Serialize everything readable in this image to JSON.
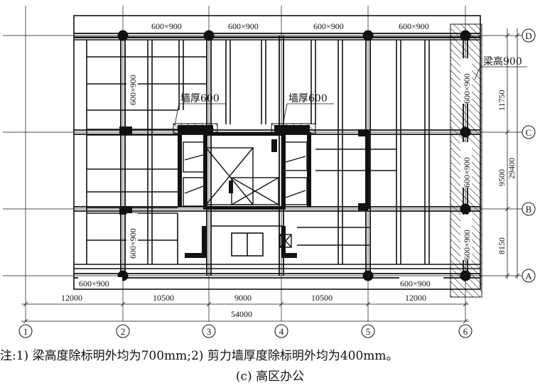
{
  "axes": {
    "columns": [
      "1",
      "2",
      "3",
      "4",
      "5",
      "6"
    ],
    "rows": [
      "A",
      "B",
      "C",
      "D"
    ]
  },
  "dimensions": {
    "bays_x": [
      "12000",
      "10500",
      "9000",
      "10500",
      "12000"
    ],
    "total_x": "54000",
    "bays_y": [
      "8150",
      "9500",
      "11750"
    ],
    "total_y": "29400"
  },
  "labels": {
    "beam_top": "600×900",
    "beam_bottom": "600×900",
    "beam_vertical": "600×900",
    "wall_thickness": "墙厚600",
    "beam_height": "梁高900"
  },
  "note": "注:1) 梁高度除标明外均为700mm;2) 剪力墙厚度除标明外均为400mm。",
  "caption": "(c) 高区办公"
}
